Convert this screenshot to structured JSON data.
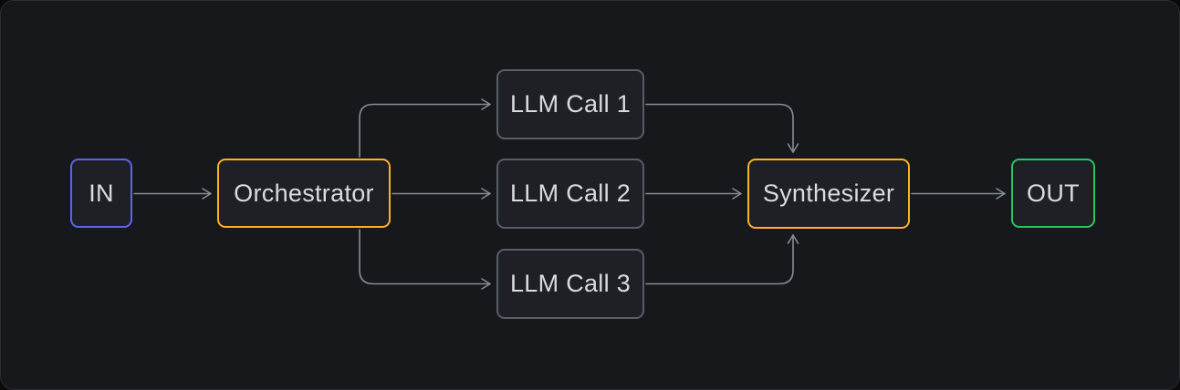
{
  "colors": {
    "outer_bg": "#0a0a0c",
    "canvas_bg": "#17181c",
    "node_fill": "#1e2025",
    "node_border_gray": "#565e6a",
    "accent_blue": "#5a66e8",
    "accent_amber": "#fbb124",
    "accent_green": "#27c562",
    "edge": "#868c95",
    "label_text": "#d8dbe1"
  },
  "diagram": {
    "type": "flow",
    "description": "Orchestrator-workers workflow: input fans out through an orchestrator to parallel LLM calls, then results are combined by a synthesizer into output",
    "nodes": [
      {
        "id": "in",
        "label": "IN",
        "accent": "blue"
      },
      {
        "id": "orchestrator",
        "label": "Orchestrator",
        "accent": "amber"
      },
      {
        "id": "llm-call-1",
        "label": "LLM Call 1",
        "accent": "gray"
      },
      {
        "id": "llm-call-2",
        "label": "LLM Call 2",
        "accent": "gray"
      },
      {
        "id": "llm-call-3",
        "label": "LLM Call 3",
        "accent": "gray"
      },
      {
        "id": "synthesizer",
        "label": "Synthesizer",
        "accent": "amber"
      },
      {
        "id": "out",
        "label": "OUT",
        "accent": "green"
      }
    ],
    "edges": [
      {
        "from": "in",
        "to": "orchestrator"
      },
      {
        "from": "orchestrator",
        "to": "llm-call-1"
      },
      {
        "from": "orchestrator",
        "to": "llm-call-2"
      },
      {
        "from": "orchestrator",
        "to": "llm-call-3"
      },
      {
        "from": "llm-call-1",
        "to": "synthesizer"
      },
      {
        "from": "llm-call-2",
        "to": "synthesizer"
      },
      {
        "from": "llm-call-3",
        "to": "synthesizer"
      },
      {
        "from": "synthesizer",
        "to": "out"
      }
    ]
  }
}
